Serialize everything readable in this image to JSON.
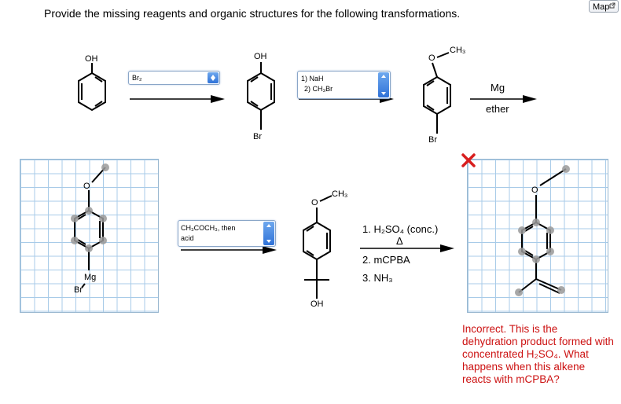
{
  "header": {
    "instruction": "Provide the missing reagents and organic structures for the following transformations.",
    "map_label": "Map"
  },
  "row1": {
    "phenol_oh": "OH",
    "dropdown1": "Br₂",
    "bromophenol_oh": "OH",
    "bromophenol_br": "Br",
    "dropdown2_line1": "1) NaH",
    "dropdown2_line2": "2) CH₃Br",
    "anisole_o": "O",
    "anisole_ch3": "CH₃",
    "anisole_br": "Br",
    "reagent_top": "Mg",
    "reagent_bottom": "ether"
  },
  "row2": {
    "grignard_o": "O",
    "grignard_mg": "Mg",
    "grignard_br": "Br",
    "dropdown3_line1": "CH₃COCH₃, then",
    "dropdown3_line2": "acid",
    "alcohol_o": "O",
    "alcohol_ch3": "CH₃",
    "alcohol_oh": "OH",
    "step1": "1. H₂SO₄ (conc.)",
    "step1_sub": "Δ",
    "step2": "2. mCPBA",
    "step3": "3. NH₃",
    "answer_o": "O"
  },
  "feedback": {
    "text": "Incorrect. This is the dehydration product formed with concentrated H₂SO₄. What happens when this alkene reacts with mCPBA?"
  },
  "colors": {
    "feedback": "#cc1111",
    "grid": "#a8cbe8",
    "dropdown_spin": "#2f72d8",
    "wrong_mark": "#d81e1e"
  }
}
